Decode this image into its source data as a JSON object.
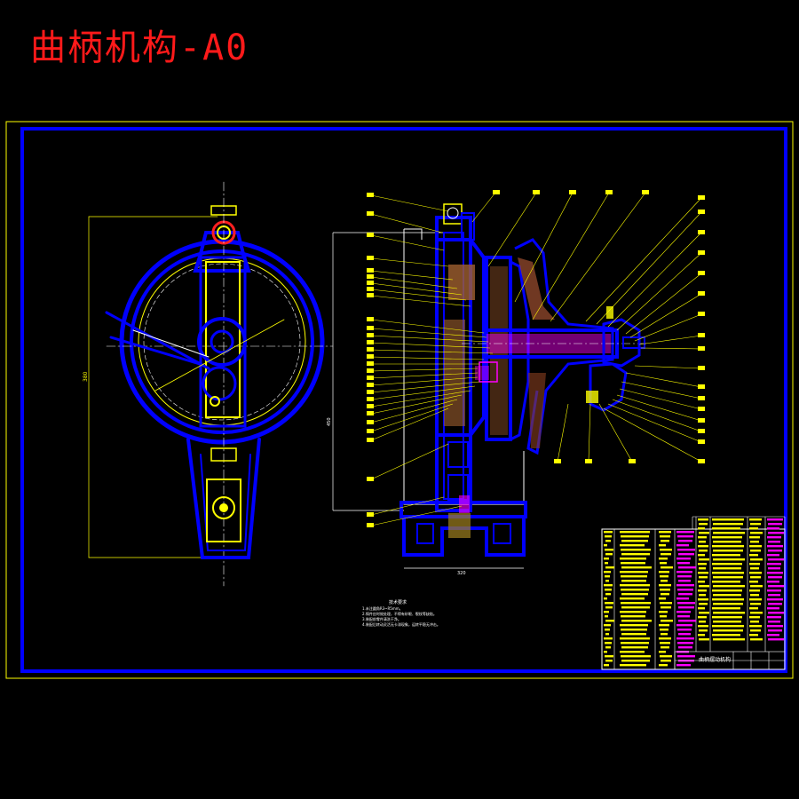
{
  "header": {
    "title": "曲柄机构-A0"
  },
  "notes": {
    "heading": "技术要求",
    "lines": [
      "1.未注圆角R3~R5mm。",
      "2.铸件应时效处理，不得有砂眼、裂纹等缺陷。",
      "3.装配前零件清洗干净。",
      "4.装配后转动灵活无卡滞现象，运转平稳无冲击。"
    ]
  },
  "title_block": {
    "name": "曲柄摆动机构"
  },
  "colors": {
    "background": "#000000",
    "frame": "#ffff00",
    "outline": "#0000ff",
    "section": "#ff00ff",
    "line": "#ffffff",
    "hatch": "#ff2020"
  }
}
